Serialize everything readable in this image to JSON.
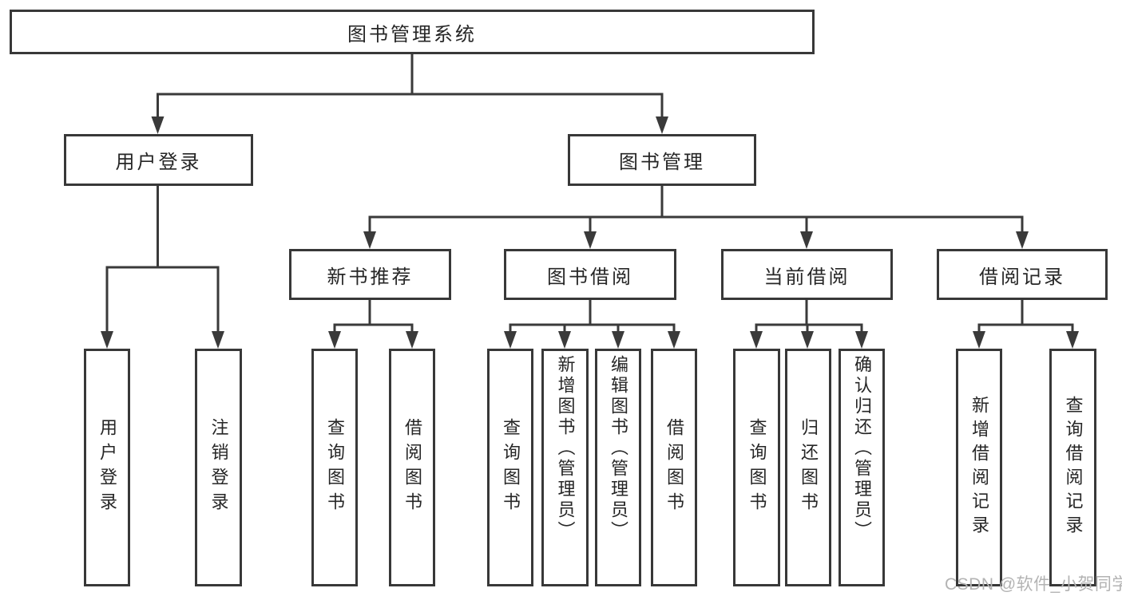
{
  "diagram": {
    "root_label": "图书管理系统",
    "level2": [
      "用户登录",
      "图书管理"
    ],
    "level3": [
      "新书推荐",
      "图书借阅",
      "当前借阅",
      "借阅记录"
    ],
    "leaves_login": [
      "用户登录",
      "注销登录"
    ],
    "leaves_recommend": [
      "查询图书",
      "借阅图书"
    ],
    "leaves_borrow": [
      "查询图书",
      "新增图书（管理员）",
      "编辑图书（管理员）",
      "借阅图书"
    ],
    "leaves_current": [
      "查询图书",
      "归还图书",
      "确认归还（管理员）"
    ],
    "leaves_records": [
      "新增借阅记录",
      "查询借阅记录"
    ]
  },
  "watermark": {
    "text": "CSDN @软件_小贺同学"
  },
  "colors": {
    "line": "#3a3a3a",
    "border": "#383838",
    "text": "#262626",
    "watermark": "#b3b3b3",
    "background": "#ffffff"
  }
}
